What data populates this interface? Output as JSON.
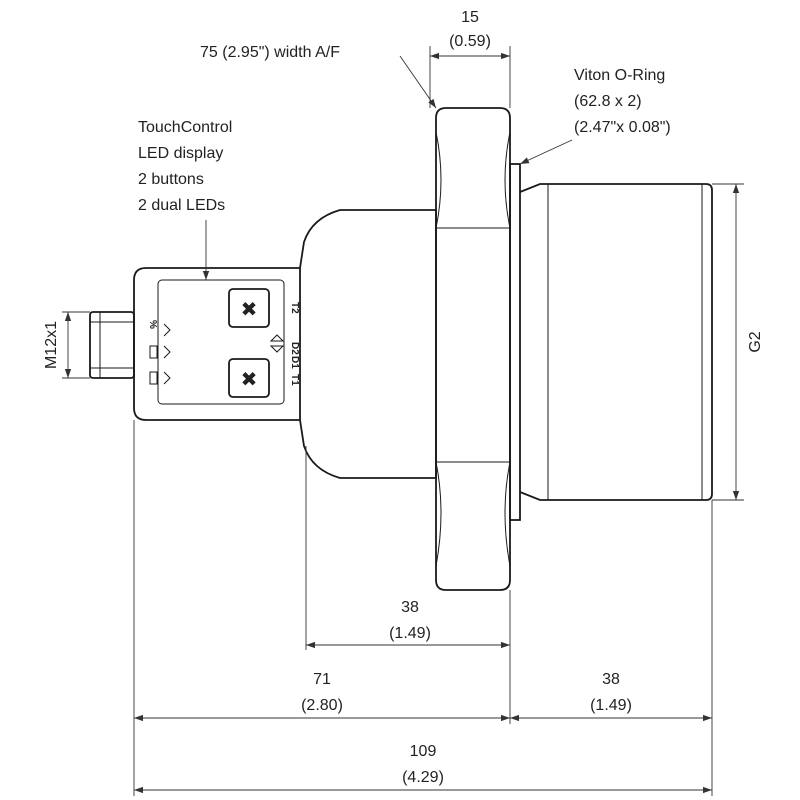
{
  "annotations": {
    "nut_width_label": "75 (2.95\") width A/F",
    "oring_line1": "Viton O-Ring",
    "oring_line2": "(62.8 x 2)",
    "oring_line3": "(2.47\"x 0.08\")",
    "touch_line1": "TouchControl",
    "touch_line2": "LED display",
    "touch_line3": "2 buttons",
    "touch_line4": "2 dual LEDs"
  },
  "dimensions": {
    "top_mm": "15",
    "top_in": "(0.59)",
    "thread_label": "G2",
    "connector_label": "M12x1",
    "housing_mm": "38",
    "housing_in": "(1.49)",
    "rear_mm": "71",
    "rear_in": "(2.80)",
    "front_mm": "38",
    "front_in": "(1.49)",
    "total_mm": "109",
    "total_in": "(4.29)"
  },
  "display_panel": {
    "led_label_t2": "T2",
    "led_label_d2": "D2",
    "led_label_d1": "D1",
    "led_label_t1": "T1",
    "percent_label": "%"
  }
}
